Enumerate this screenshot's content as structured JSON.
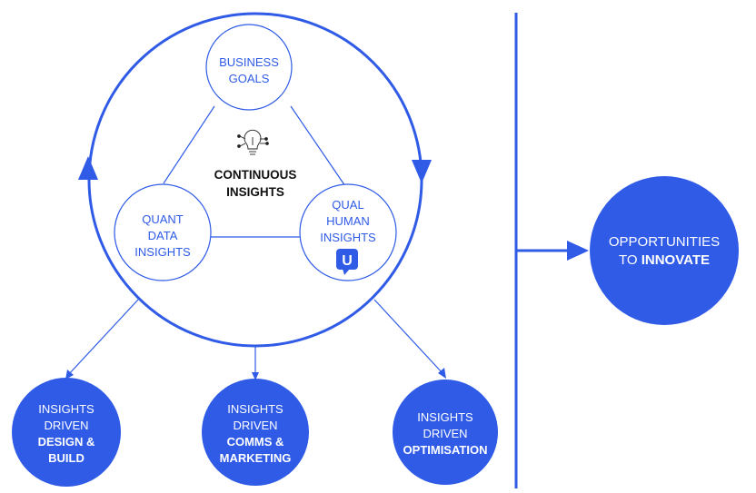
{
  "colors": {
    "accent": "#2f5be6",
    "text_dark": "#111111",
    "white": "#ffffff"
  },
  "inner_nodes": {
    "business_goals": {
      "line1": "BUSINESS",
      "line2": "GOALS"
    },
    "quant": {
      "line1": "QUANT",
      "line2": "DATA",
      "line3": "INSIGHTS"
    },
    "qual": {
      "line1": "QUAL",
      "line2": "HUMAN",
      "line3": "INSIGHTS",
      "badge_letter": "U"
    }
  },
  "center": {
    "icon": "lightbulb-circuit-icon",
    "line1": "CONTINUOUS",
    "line2": "INSIGHTS"
  },
  "outputs": {
    "design_build": {
      "line1": "INSIGHTS",
      "line2": "DRIVEN",
      "line3": "DESIGN &",
      "line4": "BUILD"
    },
    "comms_marketing": {
      "line1": "INSIGHTS",
      "line2": "DRIVEN",
      "line3": "COMMS &",
      "line4": "MARKETING"
    },
    "optimisation": {
      "line1": "INSIGHTS",
      "line2": "DRIVEN",
      "line3": "OPTIMISATION"
    }
  },
  "opportunities": {
    "line1": "OPPORTUNITIES",
    "line2_prefix": "TO ",
    "line2_bold": "INNOVATE"
  }
}
